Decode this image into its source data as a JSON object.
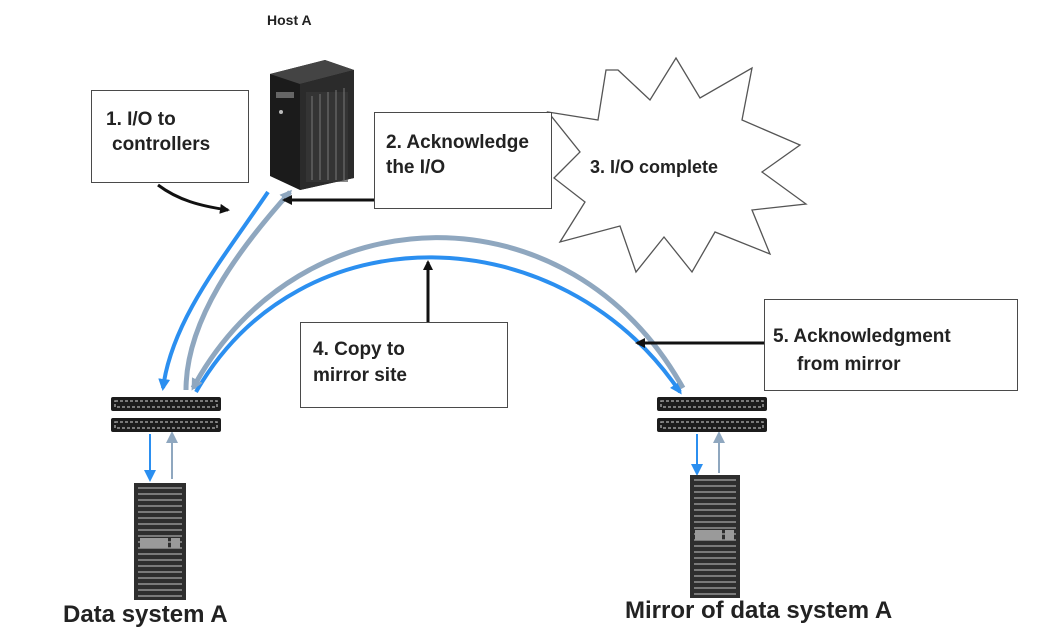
{
  "host": {
    "label": "Host A"
  },
  "steps": {
    "s1": {
      "line1": "1. I/O to",
      "line2": "controllers"
    },
    "s2": {
      "line1": "2. Acknowledge",
      "line2": "the I/O"
    },
    "s3": {
      "text": "3. I/O complete"
    },
    "s4": {
      "line1": "4. Copy to",
      "line2": "mirror site"
    },
    "s5": {
      "line1": "5. Acknowledgment",
      "line2": "from mirror"
    }
  },
  "systems": {
    "primary": {
      "label": "Data system A"
    },
    "mirror": {
      "label": "Mirror of data system A"
    }
  },
  "colors": {
    "blue_link": "#2b8ff0",
    "gray_link": "#8fa7bf",
    "arrow": "#111111",
    "box_border": "#4a4a4a"
  },
  "icons": [
    "server-tower-icon",
    "controller-rack-icon",
    "disk-array-icon",
    "starburst-icon"
  ]
}
